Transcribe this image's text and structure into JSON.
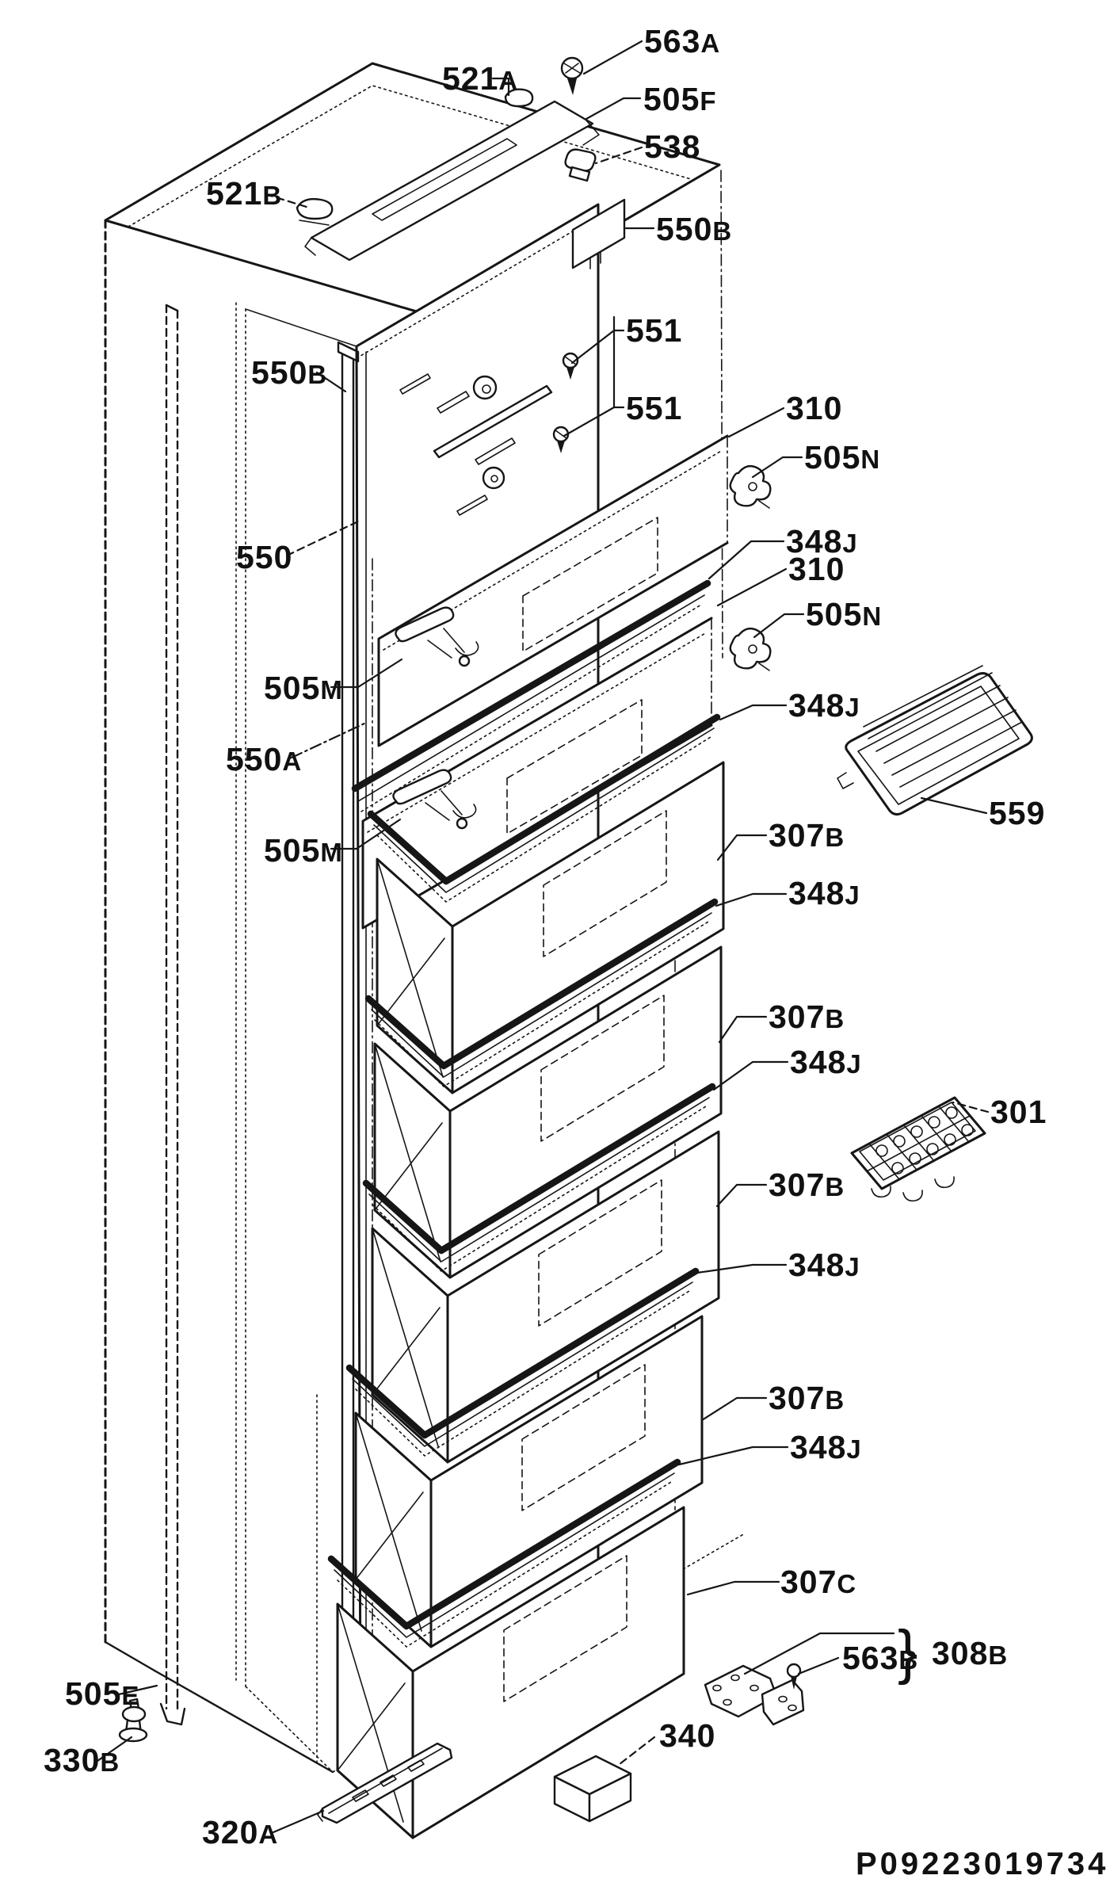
{
  "document": {
    "type": "exploded-parts-diagram",
    "part_code": "P09223019734",
    "brace": "}"
  },
  "colors": {
    "ink": "#161616",
    "paper": "#ffffff"
  },
  "callouts": [
    {
      "text": "563A",
      "num": "563",
      "suffix": "A"
    },
    {
      "text": "521A",
      "num": "521",
      "suffix": "A"
    },
    {
      "text": "505F",
      "num": "505",
      "suffix": "F"
    },
    {
      "text": "538",
      "num": "538",
      "suffix": ""
    },
    {
      "text": "550B",
      "num": "550",
      "suffix": "B"
    },
    {
      "text": "521B",
      "num": "521",
      "suffix": "B"
    },
    {
      "text": "550B",
      "num": "550",
      "suffix": "B"
    },
    {
      "text": "551",
      "num": "551",
      "suffix": ""
    },
    {
      "text": "551",
      "num": "551",
      "suffix": ""
    },
    {
      "text": "310",
      "num": "310",
      "suffix": ""
    },
    {
      "text": "505N",
      "num": "505",
      "suffix": "N"
    },
    {
      "text": "348J",
      "num": "348",
      "suffix": "J"
    },
    {
      "text": "310",
      "num": "310",
      "suffix": ""
    },
    {
      "text": "505N",
      "num": "505",
      "suffix": "N"
    },
    {
      "text": "348J",
      "num": "348",
      "suffix": "J"
    },
    {
      "text": "550",
      "num": "550",
      "suffix": ""
    },
    {
      "text": "505M",
      "num": "505",
      "suffix": "M"
    },
    {
      "text": "550A",
      "num": "550",
      "suffix": "A"
    },
    {
      "text": "505M",
      "num": "505",
      "suffix": "M"
    },
    {
      "text": "307B",
      "num": "307",
      "suffix": "B"
    },
    {
      "text": "348J",
      "num": "348",
      "suffix": "J"
    },
    {
      "text": "307B",
      "num": "307",
      "suffix": "B"
    },
    {
      "text": "348J",
      "num": "348",
      "suffix": "J"
    },
    {
      "text": "301",
      "num": "301",
      "suffix": ""
    },
    {
      "text": "307B",
      "num": "307",
      "suffix": "B"
    },
    {
      "text": "348J",
      "num": "348",
      "suffix": "J"
    },
    {
      "text": "307B",
      "num": "307",
      "suffix": "B"
    },
    {
      "text": "348J",
      "num": "348",
      "suffix": "J"
    },
    {
      "text": "559",
      "num": "559",
      "suffix": ""
    },
    {
      "text": "307C",
      "num": "307",
      "suffix": "C"
    },
    {
      "text": "563B",
      "num": "563",
      "suffix": "B"
    },
    {
      "text": "308B",
      "num": "308",
      "suffix": "B"
    },
    {
      "text": "505E",
      "num": "505",
      "suffix": "E"
    },
    {
      "text": "330B",
      "num": "330",
      "suffix": "B"
    },
    {
      "text": "320A",
      "num": "320",
      "suffix": "A"
    },
    {
      "text": "340",
      "num": "340",
      "suffix": ""
    }
  ]
}
